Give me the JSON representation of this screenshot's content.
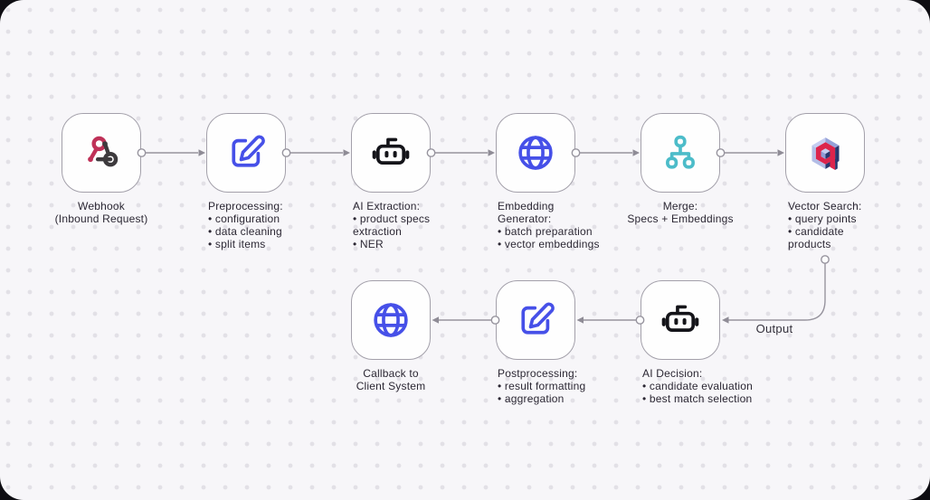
{
  "diagram": {
    "nodes": {
      "webhook": {
        "icon": "webhook-icon",
        "label": [
          "Webhook",
          "(Inbound Request)"
        ]
      },
      "preprocessing": {
        "icon": "edit-pencil-icon",
        "label": [
          "Preprocessing:",
          "• configuration",
          "• data cleaning",
          "• split items"
        ]
      },
      "ai_extraction": {
        "icon": "robot-icon",
        "label": [
          "AI Extraction:",
          "• product specs",
          "extraction",
          "• NER"
        ]
      },
      "embedding_generator": {
        "icon": "globe-icon",
        "label": [
          "Embedding",
          "Generator:",
          "• batch preparation",
          "• vector embeddings"
        ]
      },
      "merge": {
        "icon": "hierarchy-icon",
        "label": [
          "Merge:",
          "Specs + Embeddings"
        ]
      },
      "vector_search": {
        "icon": "qdrant-logo",
        "label": [
          "Vector Search:",
          "• query points",
          "• candidate",
          "products"
        ]
      },
      "ai_decision": {
        "icon": "robot-icon",
        "label": [
          "AI Decision:",
          "• candidate evaluation",
          "• best match selection"
        ]
      },
      "postprocessing": {
        "icon": "edit-pencil-icon",
        "label": [
          "Postprocessing:",
          "• result formatting",
          "• aggregation"
        ]
      },
      "callback": {
        "icon": "globe-icon",
        "label": [
          "Callback to",
          "Client System"
        ]
      }
    },
    "edges": {
      "output_label": "Output"
    },
    "colors": {
      "canvas_bg": "#f7f6f9",
      "dot_grid": "#e2e0e6",
      "node_border": "#a3a0aa",
      "line_gray": "#97949e",
      "text": "#2b2733",
      "icon_blue": "#4650e8",
      "icon_teal": "#4cbcc9",
      "robot_black": "#141419",
      "webhook_pink": "#bf3158",
      "webhook_dark": "#3d3a3d",
      "qdrant_red": "#dc244c",
      "qdrant_navy": "#27376e",
      "qdrant_light": "#b3bde6"
    }
  }
}
